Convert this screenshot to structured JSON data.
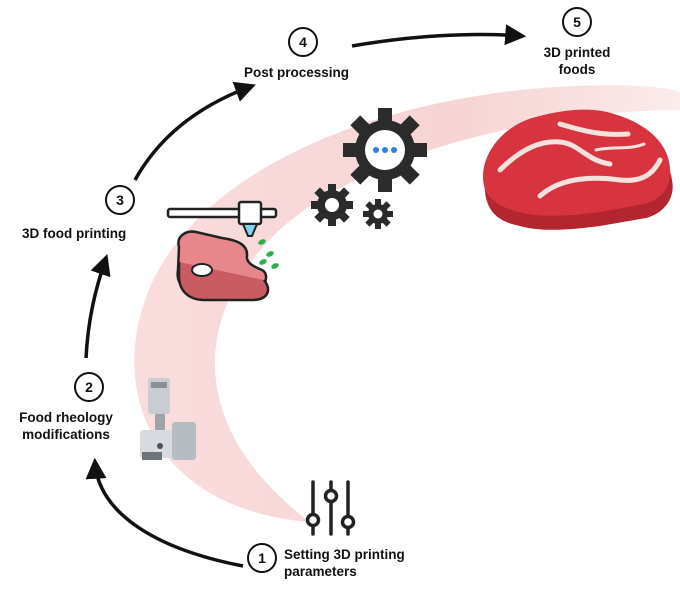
{
  "steps": [
    {
      "number": "1",
      "label_line1": "Setting 3D printing",
      "label_line2": "parameters"
    },
    {
      "number": "2",
      "label_line1": "Food rheology",
      "label_line2": "modifications"
    },
    {
      "number": "3",
      "label_line1": "3D food printing",
      "label_line2": ""
    },
    {
      "number": "4",
      "label_line1": "Post processing",
      "label_line2": ""
    },
    {
      "number": "5",
      "label_line1": "3D printed",
      "label_line2": "foods"
    }
  ],
  "icons": {
    "parameters": "sliders-icon",
    "rheology": "rheometer-icon",
    "printing": "3d-food-printer-icon",
    "processing": "gears-icon",
    "product": "steak-icon"
  },
  "colors": {
    "band": "#f6cfcf",
    "meat": "#d8343f",
    "meat_dark": "#b3252f",
    "fat": "#f7e1de",
    "printer_meat": "#e7878b",
    "gear": "#2b2b2b",
    "dots": "#2f7ddc",
    "nozzle": "#7fd3ee",
    "droplets": "#2fae4a"
  }
}
